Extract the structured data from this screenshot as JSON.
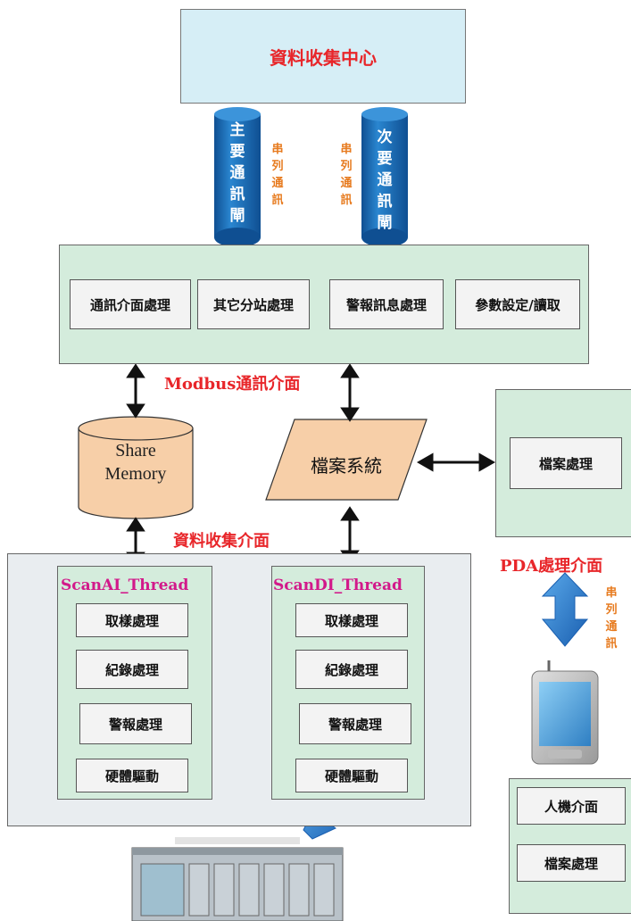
{
  "center": {
    "title": "資料收集中心"
  },
  "gateways": {
    "primary": "主要通訊閘",
    "secondary": "次要通訊閘",
    "serial_left": "串列通訊",
    "serial_right": "串列通訊"
  },
  "modbus": {
    "label": "Modbus通訊介面",
    "boxes": [
      "通訊介面處理",
      "其它分站處理",
      "警報訊息處理",
      "參數設定/讀取"
    ]
  },
  "share_memory": {
    "line1": "Share",
    "line2": "Memory"
  },
  "file_system": {
    "label": "檔案系統"
  },
  "pda_top": {
    "box": "檔案處理"
  },
  "pda": {
    "label": "PDA處理介面",
    "serial": "串列通訊"
  },
  "pda_bottom": {
    "boxes": [
      "人機介面",
      "檔案處理"
    ]
  },
  "collect": {
    "label": "資料收集介面"
  },
  "threads": [
    {
      "name": "ScanAI_Thread",
      "items": [
        "取樣處理",
        "紀錄處理",
        "警報處理",
        "硬體驅動"
      ]
    },
    {
      "name": "ScanDI_Thread",
      "items": [
        "取樣處理",
        "紀錄處理",
        "警報處理",
        "硬體驅動"
      ]
    }
  ],
  "colors": {
    "title_red": "#e8262a",
    "thread_pink": "#d2198a",
    "serial_orange": "#e77b1f",
    "cylinder_blue": "#1e6fb8",
    "panel_green": "#d4ecdc",
    "shape_tan": "#f7cfa8"
  }
}
